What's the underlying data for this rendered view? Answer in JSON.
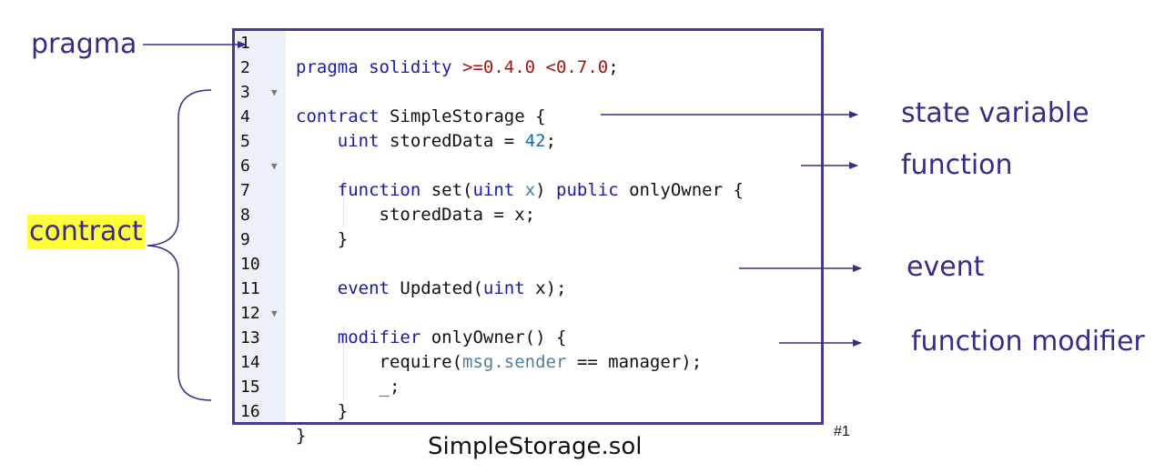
{
  "labels": {
    "pragma": "pragma",
    "contract": "contract",
    "state_variable": "state variable",
    "function": "function",
    "event": "event",
    "function_modifier": "function modifier"
  },
  "code_lines": [
    {
      "n": "1",
      "fold": false
    },
    {
      "n": "2",
      "fold": false
    },
    {
      "n": "3",
      "fold": true
    },
    {
      "n": "4",
      "fold": false
    },
    {
      "n": "5",
      "fold": false
    },
    {
      "n": "6",
      "fold": true
    },
    {
      "n": "7",
      "fold": false
    },
    {
      "n": "8",
      "fold": false
    },
    {
      "n": "9",
      "fold": false
    },
    {
      "n": "10",
      "fold": false
    },
    {
      "n": "11",
      "fold": false
    },
    {
      "n": "12",
      "fold": true
    },
    {
      "n": "13",
      "fold": false
    },
    {
      "n": "14",
      "fold": false
    },
    {
      "n": "15",
      "fold": false
    },
    {
      "n": "16",
      "fold": false
    }
  ],
  "code": {
    "l1_kw": "pragma solidity",
    "l1_ver": ">=0.4.0 <0.7.0",
    "l1_end": ";",
    "l3_kw": "contract",
    "l3_name": " SimpleStorage {",
    "l4_type": "uint",
    "l4_rest": " storedData = ",
    "l4_num": "42",
    "l4_end": ";",
    "l6_kw": "function",
    "l6_name": " set(",
    "l6_type": "uint",
    "l6_param": " x",
    "l6_close": ") ",
    "l6_pub": "public",
    "l6_rest": " onlyOwner {",
    "l7": "storedData = x;",
    "l8": "}",
    "l10_kw": "event",
    "l10_name": " Updated(",
    "l10_type": "uint",
    "l10_rest": " x);",
    "l12_kw": "modifier",
    "l12_rest": " onlyOwner() {",
    "l13_a": "require(",
    "l13_msg": "msg.sender",
    "l13_b": " == manager);",
    "l14_u": "_",
    "l14_end": ";",
    "l15": "}",
    "l16": "}"
  },
  "filename": "SimpleStorage.sol",
  "slide_number": "#1",
  "colors": {
    "label": "#3b2a86",
    "highlight": "#ffff3a",
    "border": "#4a3a8a",
    "gutter": "#ecf0f7"
  }
}
